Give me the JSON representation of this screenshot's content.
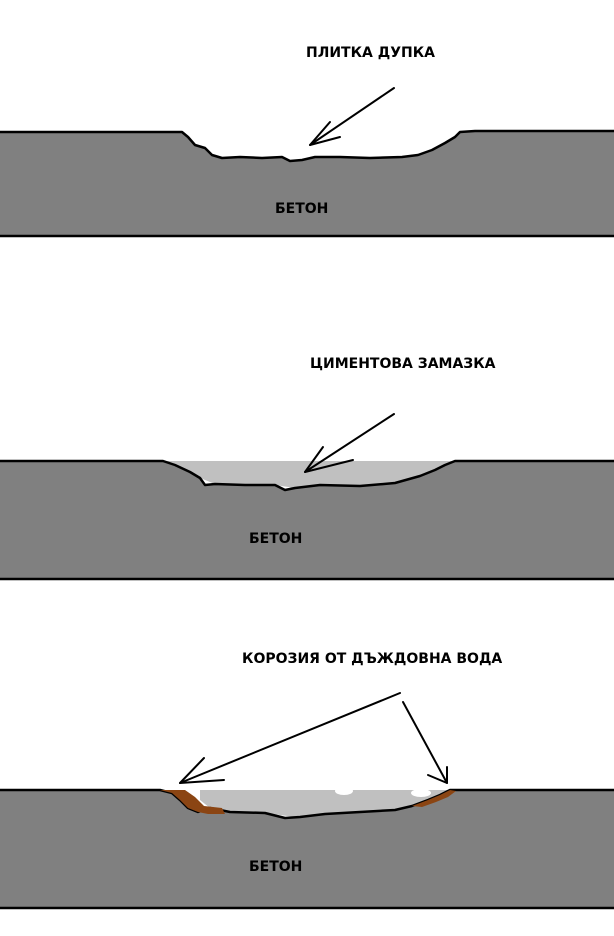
{
  "panels": [
    {
      "callout": "ПЛИТКА ДУПКА",
      "material_label": "БЕТОН"
    },
    {
      "callout": "ЦИМЕНТОВА ЗАМАЗКА",
      "material_label": "БЕТОН"
    },
    {
      "callout": "КОРОЗИЯ ОТ ДЪЖДОВНА ВОДА",
      "material_label": "БЕТОН"
    }
  ],
  "colors": {
    "concrete": "#808080",
    "mortar": "#c0c0c0",
    "rust": "#8b4513",
    "outline": "#000000",
    "background": "#ffffff"
  }
}
